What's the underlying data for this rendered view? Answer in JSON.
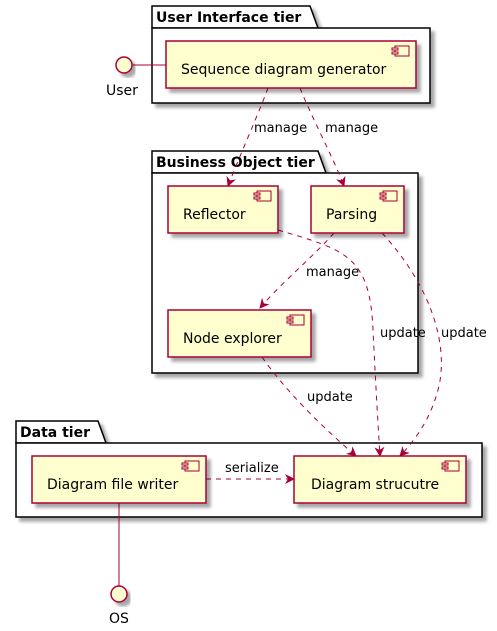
{
  "packages": {
    "ui": {
      "title": "User Interface tier"
    },
    "bo": {
      "title": "Business Object tier"
    },
    "data": {
      "title": "Data tier"
    }
  },
  "components": {
    "generator": "Sequence diagram generator",
    "reflector": "Reflector",
    "parsing": "Parsing",
    "node_explorer": "Node explorer",
    "file_writer": "Diagram file writer",
    "structure": "Diagram strucutre"
  },
  "interfaces": {
    "user": "User",
    "os": "OS"
  },
  "edges": {
    "gen_reflector": "manage",
    "gen_parsing": "manage",
    "parsing_node": "manage",
    "reflector_structure": "update",
    "parsing_structure": "update",
    "node_structure": "update",
    "writer_structure": "serialize"
  },
  "colors": {
    "component_fill": "#FEFECE",
    "border": "#A80036",
    "package_fill": "#FFFFFF",
    "shadow": "#B4B4B4"
  }
}
